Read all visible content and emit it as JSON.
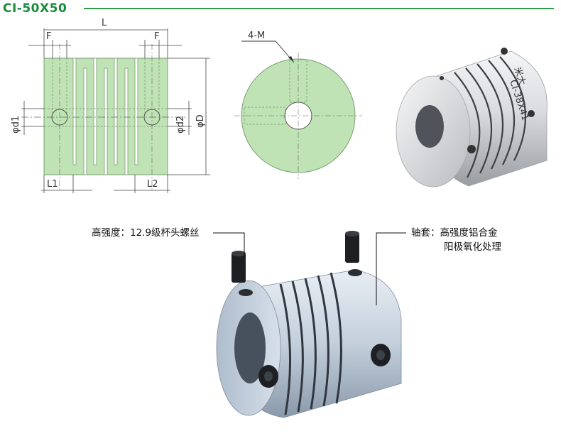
{
  "header": {
    "model": "CI-50X50",
    "accent_color": "#2e9a4a"
  },
  "drawing": {
    "dimensions": {
      "L": "L",
      "F_left": "F",
      "F_right": "F",
      "d1": "φd1",
      "d2": "φd2",
      "D": "φD",
      "L1": "L1",
      "L2": "L2",
      "screws": "4-M"
    },
    "fill_color": "#bfe3b4",
    "product_marking": "CI-38X41",
    "product_brand": "米大"
  },
  "callouts": {
    "screw": "高强度：12.9级杯头螺丝",
    "sleeve_line1": "轴套：高强度铝合金",
    "sleeve_line2": "阳极氧化处理"
  }
}
